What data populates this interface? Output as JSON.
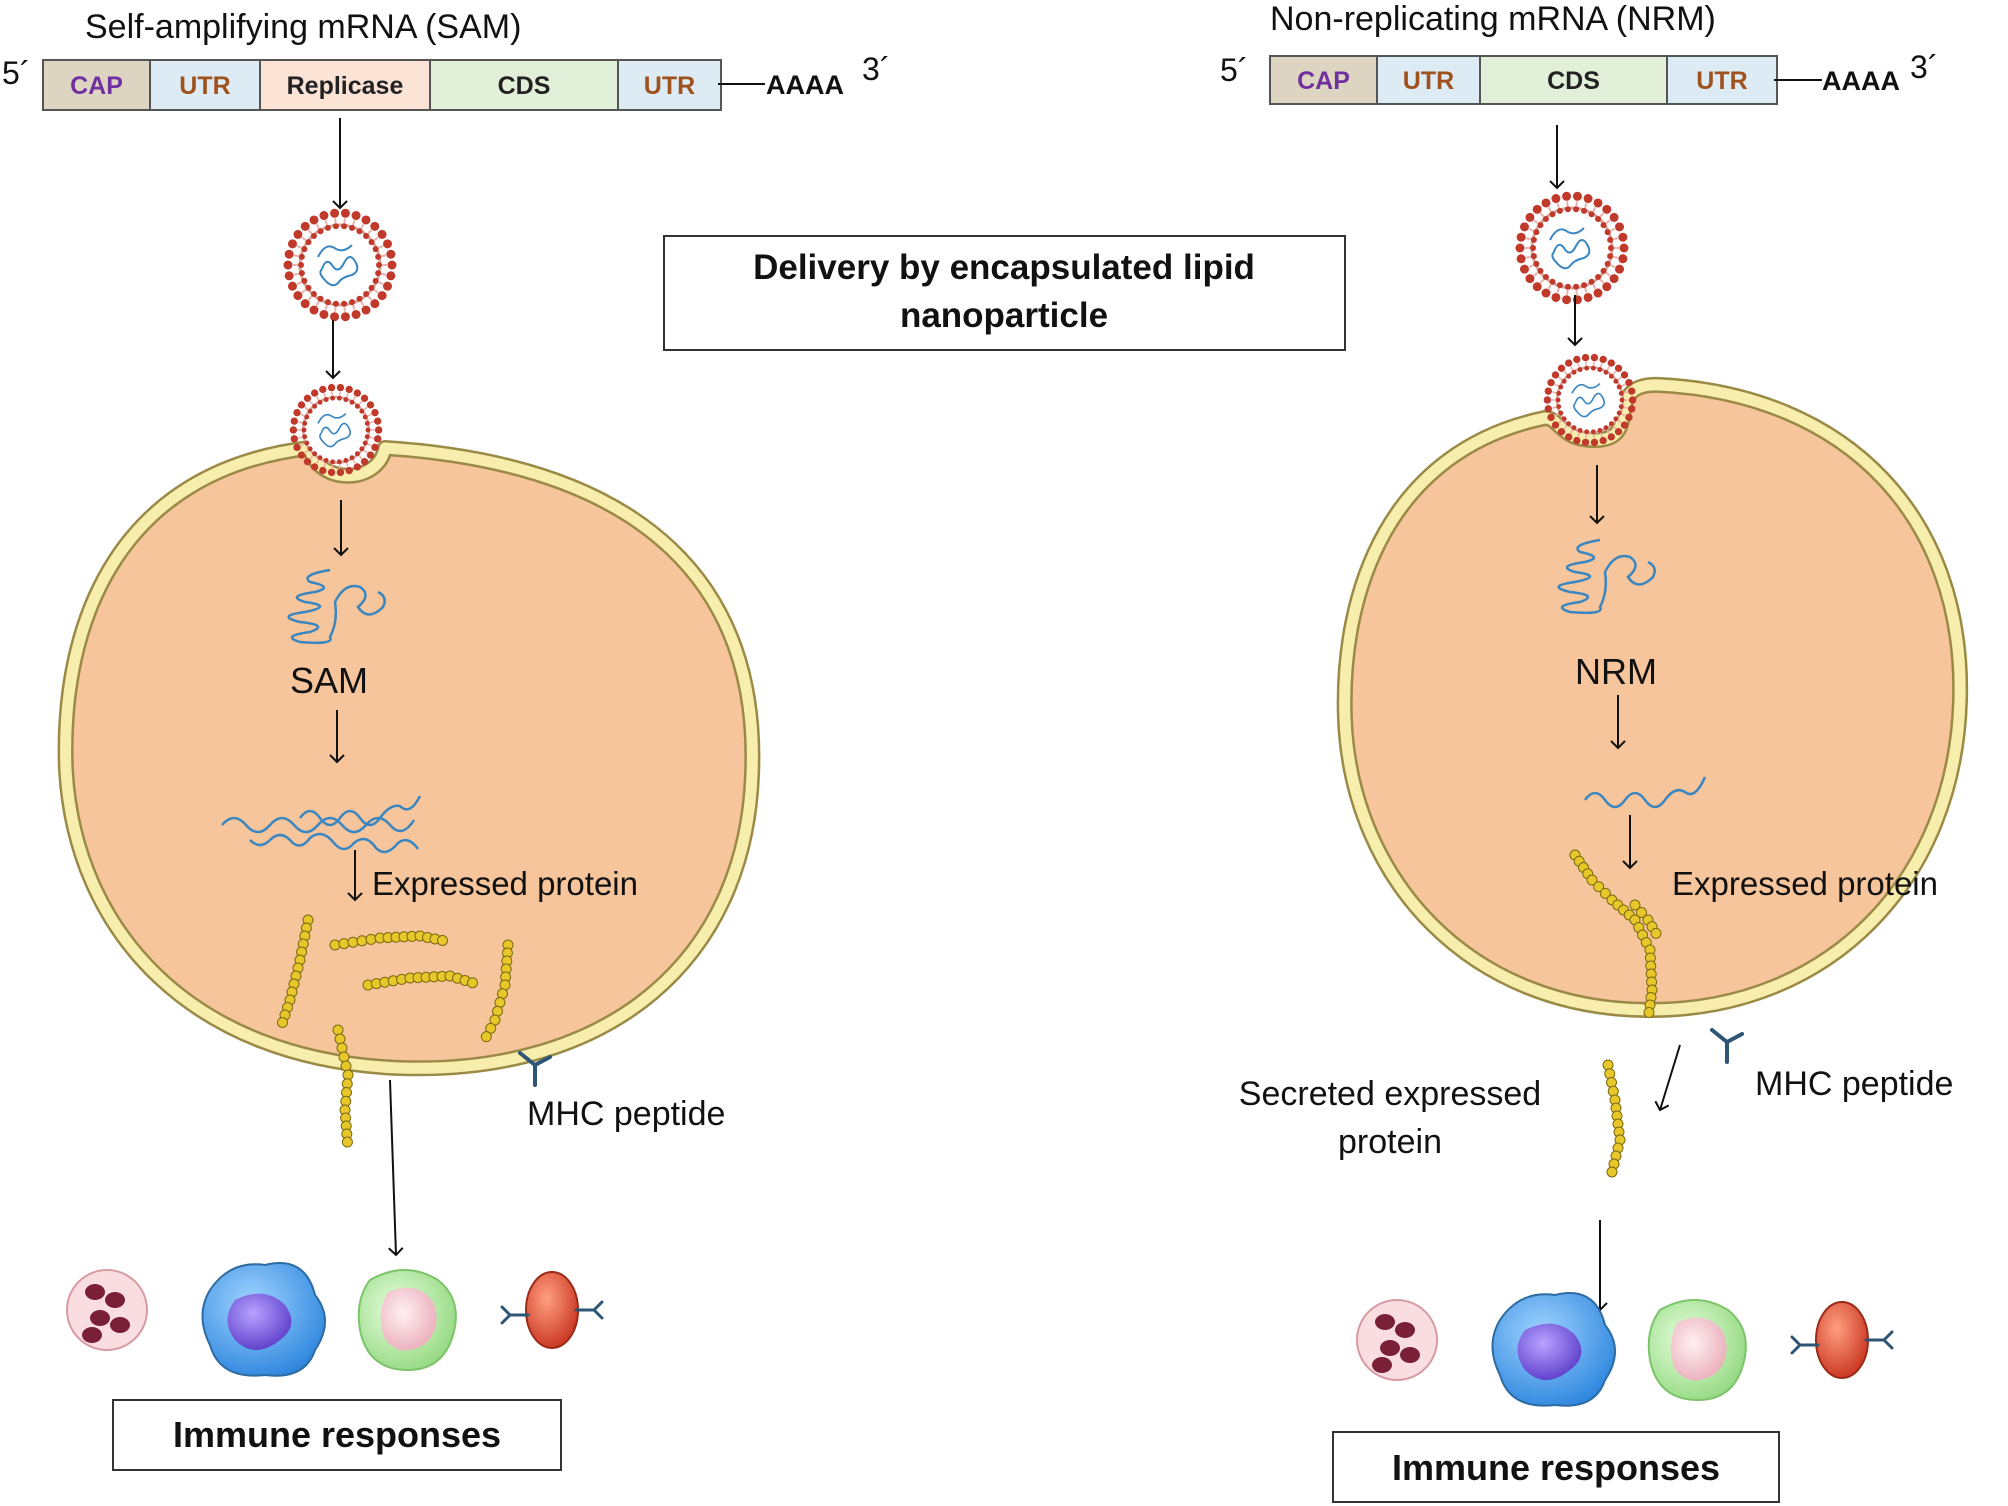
{
  "left": {
    "title": "Self-amplifying mRNA (SAM)",
    "five_prime": "5´",
    "three_prime": "3´",
    "polyA": "AAAA",
    "segments": [
      {
        "label": "CAP",
        "fill": "#ddd5c2",
        "text_color": "#7030a0"
      },
      {
        "label": "UTR",
        "fill": "#dcebf4",
        "text_color": "#a0521e"
      },
      {
        "label": "Replicase",
        "fill": "#fbe3d6",
        "text_color": "#222222"
      },
      {
        "label": "CDS",
        "fill": "#e3f0d9",
        "text_color": "#222222"
      },
      {
        "label": "UTR",
        "fill": "#dcebf4",
        "text_color": "#a0521e"
      }
    ],
    "rna_label": "SAM",
    "expressed_label": "Expressed protein",
    "mhc_label": "MHC peptide",
    "immune_label": "Immune responses"
  },
  "right": {
    "title": "Non-replicating mRNA (NRM)",
    "five_prime": "5´",
    "three_prime": "3´",
    "polyA": "AAAA",
    "segments": [
      {
        "label": "CAP",
        "fill": "#ddd5c2",
        "text_color": "#7030a0"
      },
      {
        "label": "UTR",
        "fill": "#dcebf4",
        "text_color": "#a0521e"
      },
      {
        "label": "CDS",
        "fill": "#e3f0d9",
        "text_color": "#222222"
      },
      {
        "label": "UTR",
        "fill": "#dcebf4",
        "text_color": "#a0521e"
      }
    ],
    "rna_label": "NRM",
    "expressed_label": "Expressed protein",
    "secreted_label_line1": "Secreted expressed",
    "secreted_label_line2": "protein",
    "mhc_label": "MHC peptide",
    "immune_label": "Immune responses"
  },
  "center": {
    "delivery_line1": "Delivery by encapsulated lipid",
    "delivery_line2": "nanoparticle"
  },
  "colors": {
    "cell_fill": "#f6c59b",
    "membrane": "#f7eeae",
    "membrane_outline": "#9b8a46",
    "lnp_red": "#c0392b",
    "rna_blue": "#3a86c0",
    "protein_yellow": "#e8c72b",
    "mhc_blue": "#2f5576"
  }
}
